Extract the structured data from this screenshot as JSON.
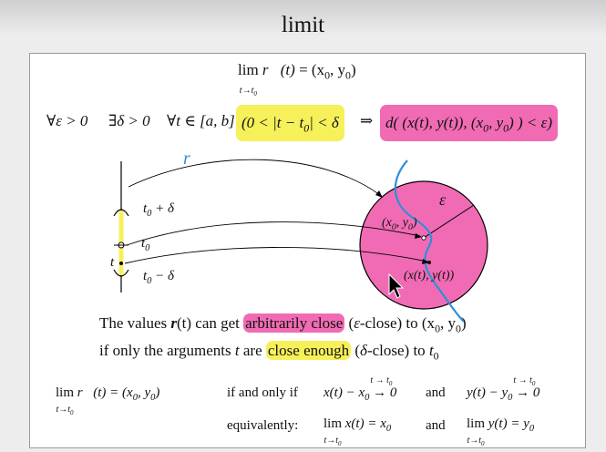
{
  "window": {
    "title": "limit"
  },
  "definition": {
    "lim_word": "lim",
    "lim_sub": "t→t",
    "lim_sub_index": "0",
    "rvec": "r⃗",
    "argt": "(t)",
    "equals": " = (x",
    "x0_idx": "0",
    "comma_y": ", y",
    "y0_idx": "0",
    "close": ")"
  },
  "quantifiers": {
    "forall_eps": "∀ε > 0",
    "exists_delta": "∃δ > 0",
    "forall_t": "∀t ∈ [a, b]",
    "condition": "(0 < |t − t",
    "condition_idx": "0",
    "condition_end": "| < δ",
    "implies": "⇒",
    "conclusion": "d( (x(t), y(t)), (x",
    "conclusion_idx": "0",
    "conclusion_mid": ", y",
    "conclusion_idx2": "0",
    "conclusion_end": ") ) < ε)"
  },
  "diagram": {
    "rvec_label": "r⃗",
    "t0_plus_delta": "t",
    "t0_plus_delta_tail": " + δ",
    "t0": "t",
    "t": "t",
    "t0_minus_delta": "t",
    "t0_minus_delta_tail": " − δ",
    "idx0": "0",
    "epsilon": "ε",
    "center_label": "(x",
    "center_label_mid": ", y",
    "center_label_end": ")",
    "point_label": "(x(t), y(t))",
    "colors": {
      "yellow": "#f6f05a",
      "pink": "#f06bb4",
      "blue": "#2f8fd8"
    }
  },
  "sentence1": {
    "a": "The values ",
    "b": "r",
    "c": "(t) can get ",
    "hl": "arbitrarily close",
    "d": " (",
    "e": "ε",
    "f": "-close) to (x",
    "g": "0",
    "h": ", y",
    "i": "0",
    "j": ")"
  },
  "sentence2": {
    "a": "if only the arguments ",
    "b": "t",
    "c": " are ",
    "hl": "close enough",
    "d": " (",
    "e": "δ",
    "f": "-close) to ",
    "g": "t",
    "h": "0"
  },
  "bottom": {
    "lim": "lim",
    "lim_sub": "t→t",
    "idx0": "0",
    "left_expr": "r⃗(t) = (x",
    "left_mid": ", y",
    "left_end": ")",
    "iff": "if and only if",
    "xdiff": "x(t) − x",
    "ydiff": "y(t) − y",
    "arrow_zero": " → 0",
    "arrow_over": "t → t",
    "and": "and",
    "equiv": "equivalently:",
    "limx": "x(t) = x",
    "limy": "y(t) = y"
  }
}
